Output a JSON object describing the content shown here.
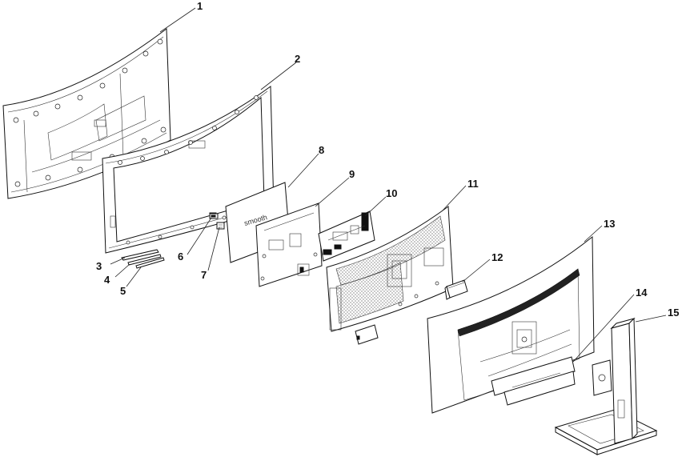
{
  "sheet": {
    "texts": [
      "smooth"
    ]
  },
  "callouts": [
    {
      "id": "1",
      "label": "1"
    },
    {
      "id": "2",
      "label": "2"
    },
    {
      "id": "3",
      "label": "3"
    },
    {
      "id": "4",
      "label": "4"
    },
    {
      "id": "5",
      "label": "5"
    },
    {
      "id": "6",
      "label": "6"
    },
    {
      "id": "7",
      "label": "7"
    },
    {
      "id": "8",
      "label": "8"
    },
    {
      "id": "9",
      "label": "9"
    },
    {
      "id": "10",
      "label": "10"
    },
    {
      "id": "11",
      "label": "11"
    },
    {
      "id": "12",
      "label": "12"
    },
    {
      "id": "13",
      "label": "13"
    },
    {
      "id": "14",
      "label": "14"
    },
    {
      "id": "15",
      "label": "15"
    }
  ]
}
